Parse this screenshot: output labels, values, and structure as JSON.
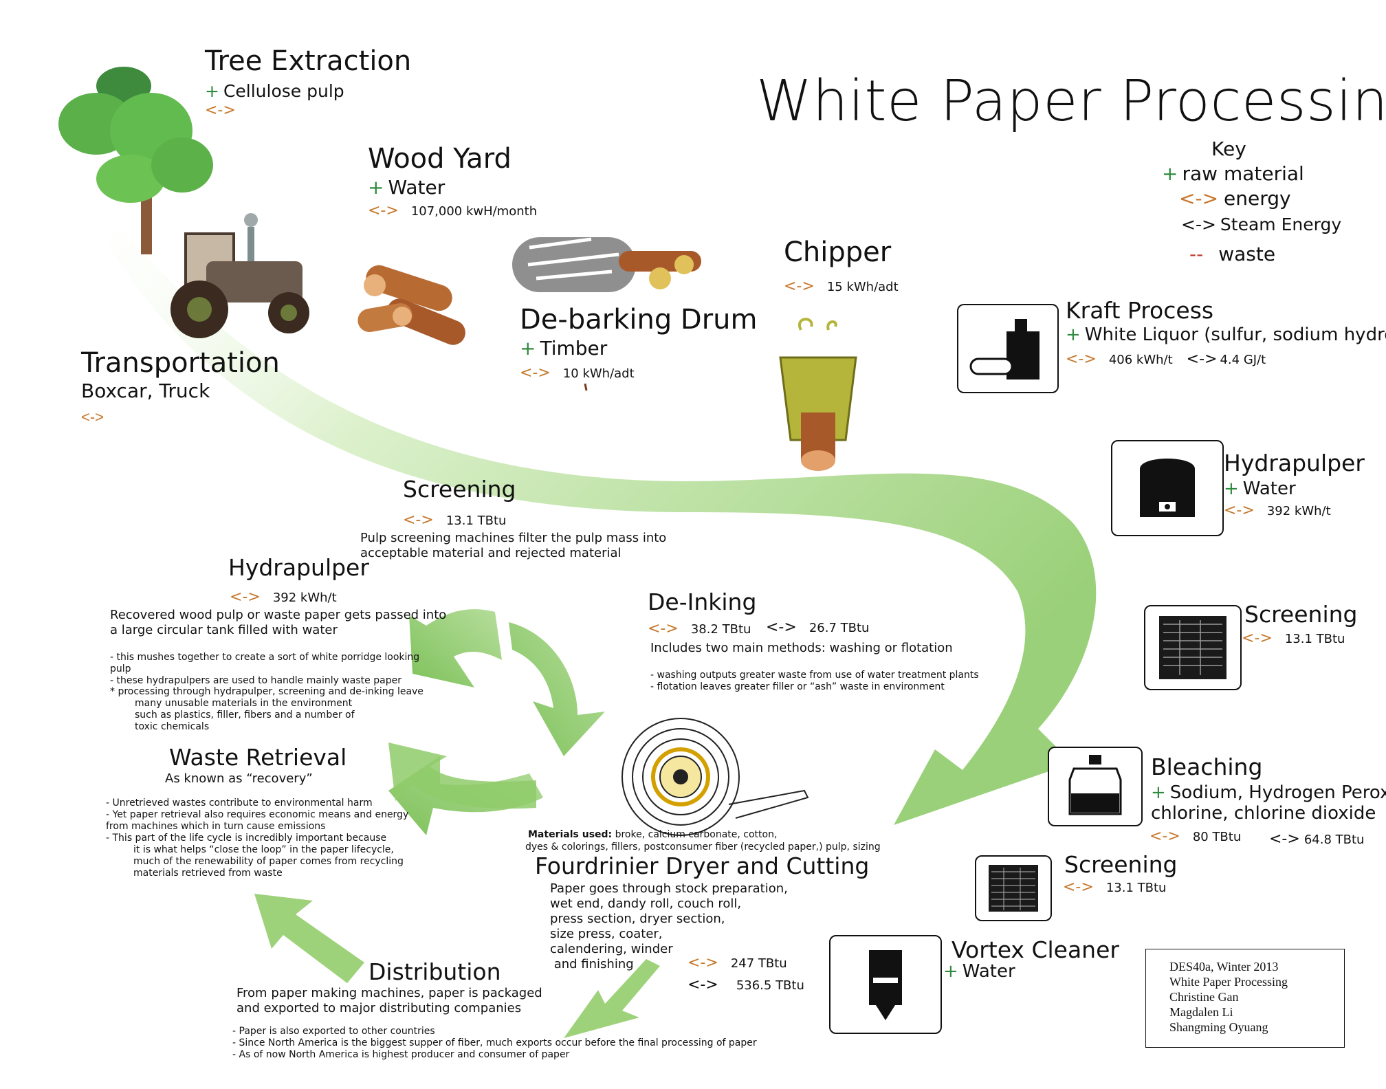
{
  "title": "White Paper Processing",
  "key": {
    "heading": "Key",
    "raw_symbol": "+",
    "raw_label": "raw material",
    "energy_symbol": "<->",
    "energy_label": "energy",
    "steam_symbol": "<->",
    "steam_label": "Steam Energy",
    "waste_symbol": "--",
    "waste_label": "waste"
  },
  "steps": {
    "tree_extraction": {
      "title": "Tree Extraction",
      "raw": "Cellulose pulp",
      "energy": "<->"
    },
    "wood_yard": {
      "title": "Wood Yard",
      "raw": "Water",
      "energy_symbol": "<->",
      "energy": "107,000 kwH/month"
    },
    "debarking": {
      "title": "De-barking Drum",
      "raw": "Timber",
      "energy_symbol": "<->",
      "energy": "10 kWh/adt"
    },
    "chipper": {
      "title": "Chipper",
      "energy_symbol": "<->",
      "energy": "15 kWh/adt"
    },
    "transportation": {
      "title": "Transportation",
      "subtitle": "Boxcar, Truck",
      "energy": "<->"
    },
    "kraft": {
      "title": "Kraft Process",
      "raw": "White Liquor (sulfur, sodium hydroxide",
      "energy_symbol": "<->",
      "energy": "406 kWh/t",
      "steam_symbol": "<->",
      "steam": "4.4 GJ/t"
    },
    "hydrapulper_right": {
      "title": "Hydrapulper",
      "raw": "Water",
      "energy_symbol": "<->",
      "energy": "392 kWh/t"
    },
    "screening_right1": {
      "title": "Screening",
      "energy_symbol": "<->",
      "energy": "13.1 TBtu"
    },
    "bleaching": {
      "title": "Bleaching",
      "raw": "Sodium, Hydrogen Peroxid",
      "raw2": "chlorine, chlorine dioxide",
      "energy_symbol": "<->",
      "energy": "80 TBtu",
      "steam_symbol": "<->",
      "steam": "64.8 TBtu"
    },
    "screening_right2": {
      "title": "Screening",
      "energy_symbol": "<->",
      "energy": "13.1 TBtu"
    },
    "vortex": {
      "title": "Vortex Cleaner",
      "raw": "Water"
    },
    "screening_left": {
      "title": "Screening",
      "energy_symbol": "<->",
      "energy": "13.1 TBtu",
      "desc": "Pulp screening machines filter the pulp mass into acceptable material and rejected material"
    },
    "hydrapulper_left": {
      "title": "Hydrapulper",
      "energy_symbol": "<->",
      "energy": "392 kWh/t",
      "desc": "Recovered wood pulp or waste paper gets passed into a large circular tank filled with water",
      "notes": [
        "- this mushes together to create a sort of white porridge looking pulp",
        "- these hydrapulpers are used to handle mainly waste paper"
      ],
      "footnote": "* processing through hydrapulper, screening and de-inking leave",
      "footnote_cont": "many unusable materials in the environment such as plastics, filler, fibers and a number of toxic chemicals"
    },
    "deinking": {
      "title": "De-Inking",
      "energy_symbol": "<->",
      "energy": "38.2 TBtu",
      "steam_symbol": "<->",
      "steam": "26.7 TBtu",
      "desc": "Includes two main methods: washing or flotation",
      "notes": [
        "- washing outputs greater waste from use of water treatment plants",
        "- flotation leaves greater filler or “ash” waste in environment"
      ]
    },
    "waste_retrieval": {
      "title": "Waste Retrieval",
      "subtitle": "As known as “recovery”",
      "notes": [
        "- Unretrieved wastes contribute to environmental harm",
        "- Yet paper retrieval also requires economic means and energy",
        "from machines which in turn cause emissions",
        "- This part of the life cycle is incredibly important because"
      ],
      "notes_indent": [
        "it is what helps “close the loop” in the paper lifecycle,",
        "much of  the renewability of paper comes from recycling",
        "materials retrieved from waste"
      ]
    },
    "fourdrinier": {
      "title": "Fourdrinier Dryer and Cutting",
      "materials_label": "Materials used:",
      "materials": "broke, calcium carbonate, cotton,",
      "materials2": "dyes & colorings, fillers, postconsumer fiber (recycled paper,) pulp, sizing",
      "desc_lines": [
        "Paper goes through stock preparation,",
        "wet end, dandy roll, couch roll,",
        "press section, dryer section,",
        "size press, coater,",
        "calendering, winder",
        " and finishing"
      ],
      "energy_symbol": "<->",
      "energy": "247 TBtu",
      "steam_symbol": "<->",
      "steam": "536.5 TBtu"
    },
    "distribution": {
      "title": "Distribution",
      "desc": "From paper making machines, paper is packaged and exported to major distributing companies",
      "notes": [
        "- Paper is also exported to other countries",
        "- Since North America is the biggest supper of fiber, much exports occur before the final processing of paper",
        "- As of now North America is highest producer and consumer of paper"
      ]
    }
  },
  "credits": [
    "DES40a, Winter 2013",
    "White Paper Processing",
    "Christine Gan",
    "Magdalen Li",
    "Shangming Oyuang"
  ],
  "colors": {
    "arrow_green": "#8fcb6a",
    "energy_orange": "#c7772a",
    "raw_green": "#2e8a3e",
    "waste_red": "#c0392b"
  }
}
